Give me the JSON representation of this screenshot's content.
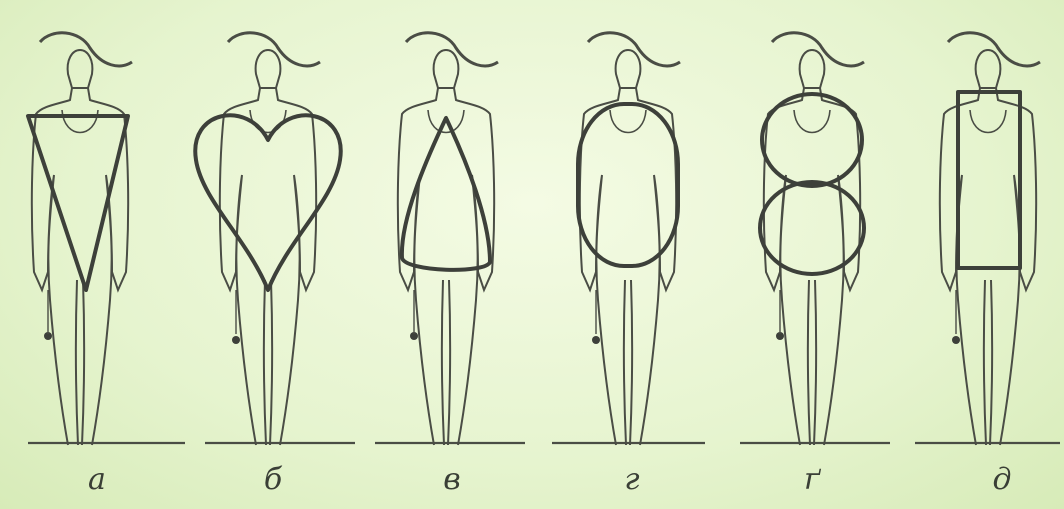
{
  "figures": [
    {
      "id": "a",
      "label": "а",
      "shape": "inverted-triangle"
    },
    {
      "id": "b",
      "label": "б",
      "shape": "heart"
    },
    {
      "id": "v",
      "label": "в",
      "shape": "triangle"
    },
    {
      "id": "g",
      "label": "г",
      "shape": "oval"
    },
    {
      "id": "gg",
      "label": "ґ",
      "shape": "hourglass-two-circles"
    },
    {
      "id": "d",
      "label": "д",
      "shape": "rectangle"
    }
  ],
  "colors": {
    "background": "#e9f5d3",
    "ink": "#4a4d45",
    "ink_bold": "#3d403a"
  }
}
